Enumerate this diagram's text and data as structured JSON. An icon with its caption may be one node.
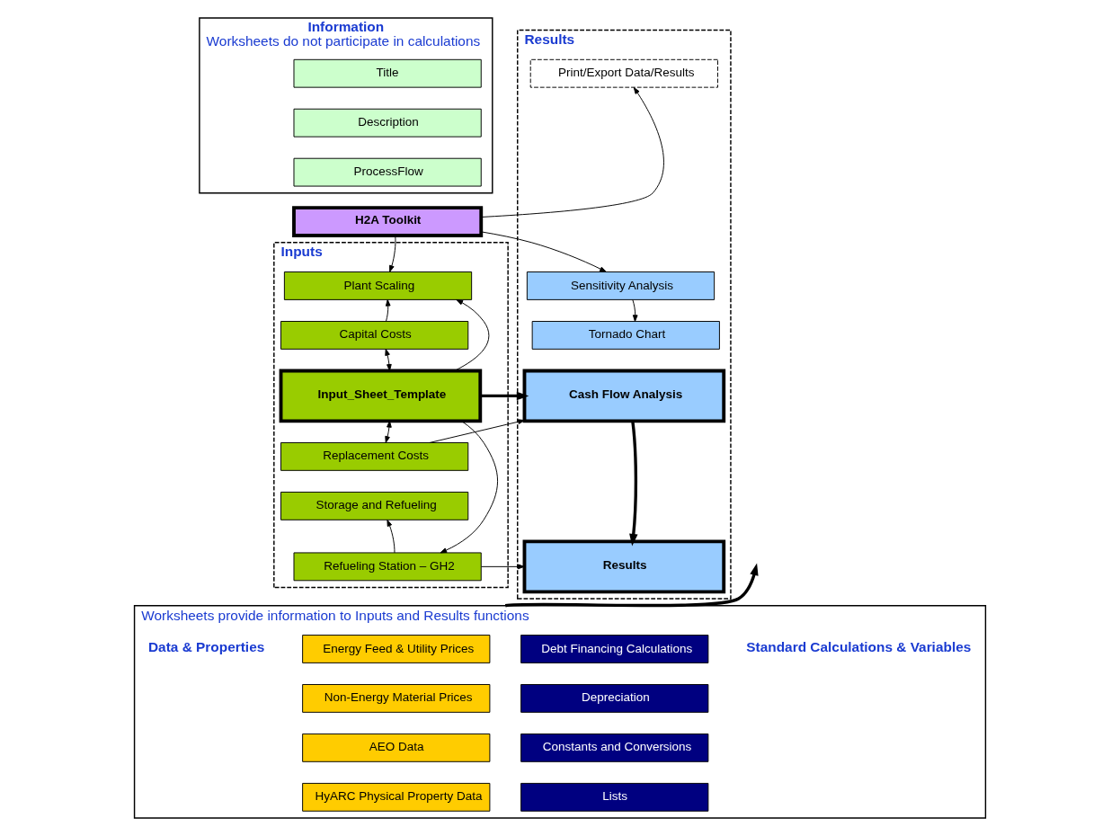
{
  "diagram": {
    "nodes": [
      {
        "text": [
          "Information",
          "Worksheets do not participate in calculations"
        ]
      },
      {
        "text": [
          "Title"
        ],
        "in": 0
      },
      {
        "text": [
          "Description"
        ],
        "in": 0
      },
      {
        "text": [
          "ProcessFlow"
        ],
        "in": 0
      },
      {
        "text": [
          "Inputs"
        ]
      },
      {
        "text": [
          "Results"
        ]
      },
      {
        "text": [
          "H2A Toolkit"
        ]
      },
      {
        "text": [
          "Print/Export Data/Results"
        ],
        "in": 5
      },
      {
        "text": [
          "Plant Scaling"
        ],
        "in": 4
      },
      {
        "text": [
          "Capital Costs"
        ],
        "in": 4
      },
      {
        "text": [
          "Input_Sheet_Template"
        ],
        "in": 4
      },
      {
        "text": [
          "Replacement Costs"
        ],
        "in": 4
      },
      {
        "text": [
          "Storage and Refueling"
        ],
        "in": 4
      },
      {
        "text": [
          "Refueling Station – GH2"
        ],
        "in": 4
      },
      {
        "text": [
          "Sensitivity Analysis"
        ],
        "in": 5
      },
      {
        "text": [
          "Tornado Chart"
        ],
        "in": 5
      },
      {
        "text": [
          "Cash Flow Analysis"
        ],
        "in": 5
      },
      {
        "text": [
          "Results"
        ],
        "in": 5
      },
      {
        "text": [
          "Worksheets provide information to Inputs and Results functions"
        ]
      },
      {
        "text": [
          "Energy Feed & Utility Prices"
        ],
        "in": 18
      },
      {
        "text": [
          "Non-Energy Material Prices"
        ],
        "in": 18
      },
      {
        "text": [
          "AEO Data"
        ],
        "in": 18
      },
      {
        "text": [
          "HyARC Physical Property Data"
        ],
        "in": 18
      },
      {
        "text": [
          "Debt Financing Calculations"
        ],
        "in": 18
      },
      {
        "text": [
          "Depreciation"
        ],
        "in": 18
      },
      {
        "text": [
          "Constants and Conversions"
        ],
        "in": 18
      },
      {
        "text": [
          "Lists"
        ],
        "in": 18
      }
    ],
    "labels": [
      "Data & Properties",
      "Standard Calculations & Variables"
    ],
    "edges": [
      {
        "from": 6,
        "to": 7,
        "arrow": "to"
      },
      {
        "from": 6,
        "to": 8,
        "arrow": "to"
      },
      {
        "from": 6,
        "to": 14,
        "arrow": "to"
      },
      {
        "from": 9,
        "to": 8,
        "arrow": "to"
      },
      {
        "from": 9,
        "to": 10,
        "arrow": "both"
      },
      {
        "from": 10,
        "to": 8,
        "arrow": "to"
      },
      {
        "from": 10,
        "to": 13,
        "arrow": "to"
      },
      {
        "from": 10,
        "to": 11,
        "arrow": "both"
      },
      {
        "from": 10,
        "to": 16,
        "arrow": "to",
        "style": "thick"
      },
      {
        "from": 11,
        "to": 16,
        "arrow": "to"
      },
      {
        "from": 13,
        "to": 12,
        "arrow": "to"
      },
      {
        "from": 13,
        "to": 17,
        "arrow": "to"
      },
      {
        "from": 14,
        "to": 15,
        "arrow": "to"
      },
      {
        "from": 16,
        "to": 17,
        "arrow": "to",
        "style": "thick"
      },
      {
        "from": 18,
        "to": null,
        "arrow": "to",
        "style": "thick"
      }
    ]
  }
}
